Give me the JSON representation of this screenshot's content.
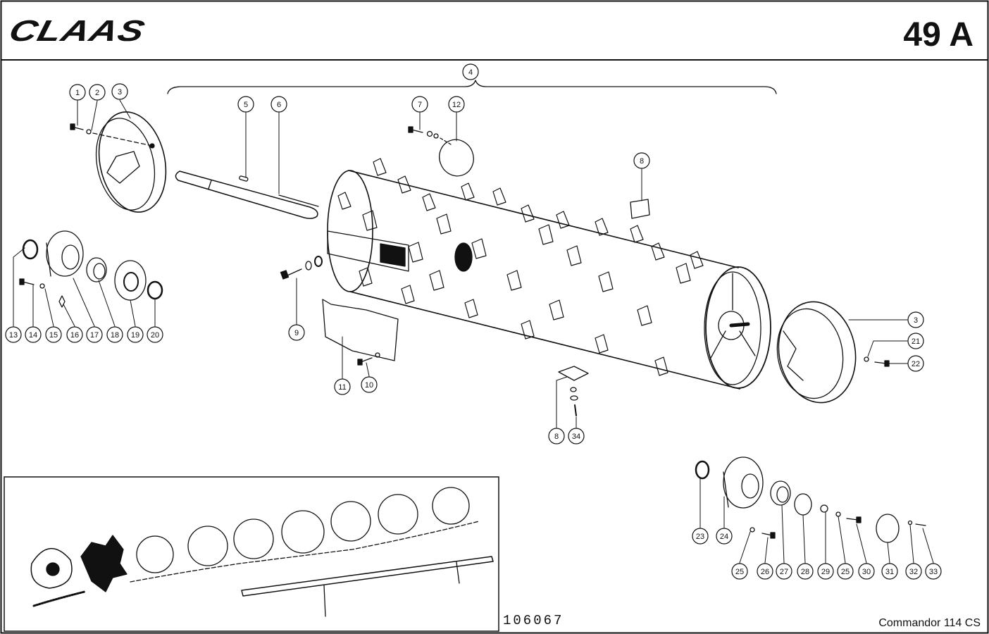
{
  "header": {
    "brand_logo": "CLAAS",
    "page_number": "49 A"
  },
  "footer": {
    "drawing_number": "106067",
    "model": "Commandor 114 CS"
  },
  "callouts": [
    "1",
    "2",
    "3",
    "4",
    "5",
    "6",
    "7",
    "8",
    "9",
    "10",
    "11",
    "12",
    "13",
    "14",
    "15",
    "16",
    "17",
    "18",
    "19",
    "20",
    "21",
    "22",
    "23",
    "24",
    "25",
    "26",
    "27",
    "28",
    "29",
    "30",
    "31",
    "32",
    "33",
    "34"
  ],
  "colors": {
    "ink": "#111111",
    "paper": "#ffffff"
  }
}
